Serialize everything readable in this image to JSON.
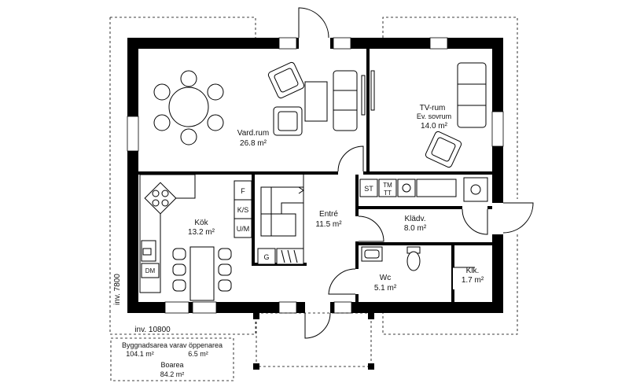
{
  "rooms": {
    "vardrum": {
      "name": "Vard.rum",
      "area": "26.8 m²"
    },
    "tvrum": {
      "name": "TV-rum",
      "sub": "Ev. sovrum",
      "area": "14.0 m²"
    },
    "kok": {
      "name": "Kök",
      "area": "13.2 m²"
    },
    "entre": {
      "name": "Entré",
      "area": "11.5 m²"
    },
    "kladv": {
      "name": "Klädv.",
      "area": "8.0 m²"
    },
    "wc": {
      "name": "Wc",
      "area": "5.1 m²"
    },
    "klk": {
      "name": "Klk.",
      "area": "1.7 m²"
    }
  },
  "fixtures": {
    "f": "F",
    "ks": "K/S",
    "um": "U/M",
    "g": "G",
    "dm": "DM",
    "st": "ST",
    "tm": "TM",
    "tt": "TT"
  },
  "dimensions": {
    "width": "inv. 10800",
    "height": "inv. 7800"
  },
  "summary": {
    "heading": "Byggnadsarea varav öppenarea",
    "byggnadsarea": "104.1 m²",
    "oppenarea": "6.5 m²",
    "boarea_label": "Boarea",
    "boarea": "84.2 m²"
  }
}
